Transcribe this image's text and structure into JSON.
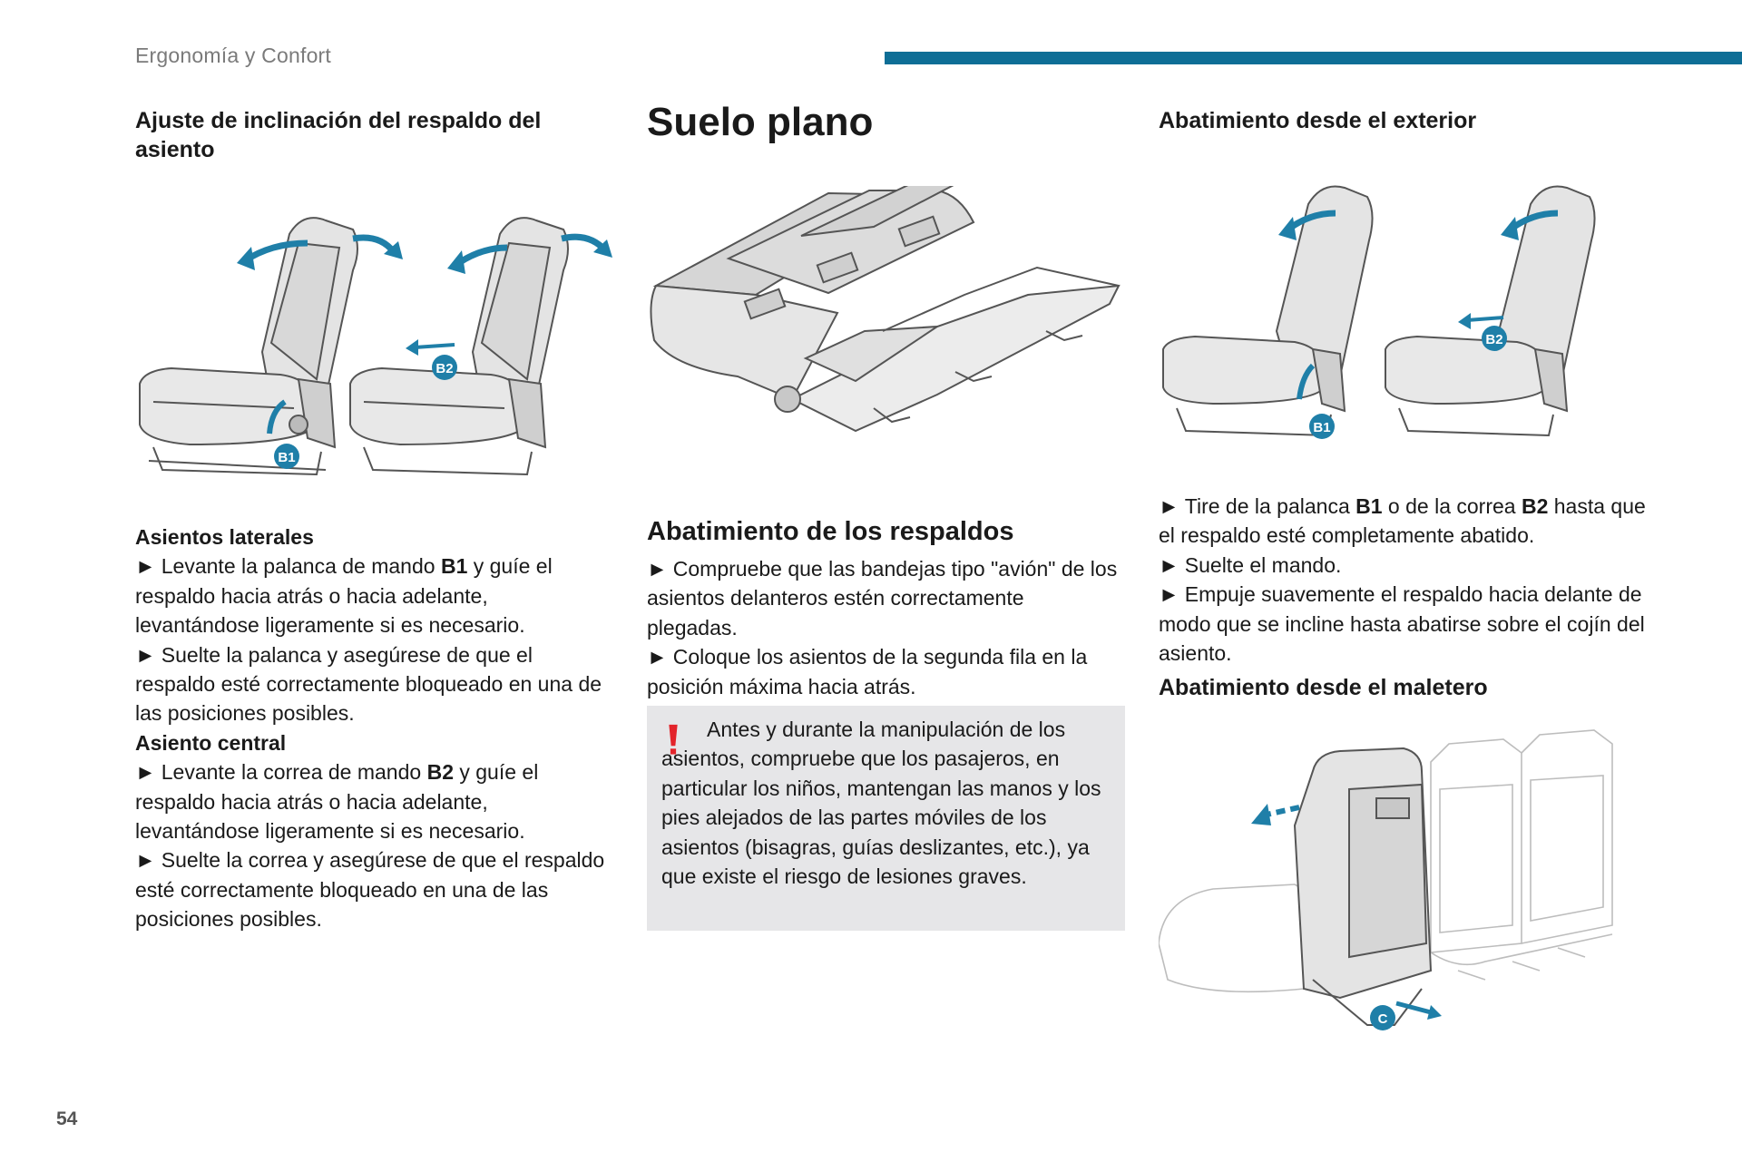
{
  "header": {
    "section_label": "Ergonomía y Confort",
    "accent_color": "#0e6e96",
    "page_number": "54"
  },
  "col1": {
    "title": "Ajuste de inclinación del respaldo del asiento",
    "figure_labels": [
      "B1",
      "B2"
    ],
    "lateral": {
      "heading": "Asientos laterales",
      "b1_pre": "Levante la palanca de mando ",
      "b1_key": "B1",
      "b1_post": " y guíe el respaldo hacia atrás o hacia adelante, levantándose ligeramente si es necesario.",
      "release": "Suelte la palanca y asegúrese de que el respaldo esté correctamente bloqueado en una de las posiciones posibles."
    },
    "central": {
      "heading": "Asiento central",
      "b2_pre": "Levante la correa de mando ",
      "b2_key": "B2",
      "b2_post": " y guíe el respaldo hacia atrás o hacia adelante, levantándose ligeramente si es necesario.",
      "release": "Suelte la correa y asegúrese de que el respaldo esté correctamente bloqueado en una de las posiciones posibles."
    }
  },
  "col2": {
    "title": "Suelo plano",
    "subtitle": "Abatimiento de los respaldos",
    "step1": "Compruebe que las bandejas tipo \"avión\" de los asientos delanteros estén correctamente plegadas.",
    "step2": "Coloque los asientos de la segunda fila en la posición máxima hacia atrás.",
    "warning": "Antes y durante la manipulación de los asientos, compruebe que los pasajeros, en particular los niños, mantengan las manos y los pies alejados de las partes móviles de los asientos (bisagras, guías deslizantes, etc.), ya que existe el riesgo de lesiones graves.",
    "warning_color": "#e3242b"
  },
  "col3": {
    "title_exterior": "Abatimiento desde el exterior",
    "figure_labels": [
      "B1",
      "B2"
    ],
    "step1_pre": "Tire de la palanca ",
    "step1_key1": "B1",
    "step1_mid": " o de la correa ",
    "step1_key2": "B2",
    "step1_post": " hasta que el respaldo esté completamente abatido.",
    "step2": "Suelte el mando.",
    "step3": "Empuje suavemente el respaldo hacia delante de modo que se incline hasta abatirse sobre el cojín del asiento.",
    "title_maletero": "Abatimiento desde el maletero",
    "figure_label_c": "C"
  },
  "bullet_glyph": "►"
}
